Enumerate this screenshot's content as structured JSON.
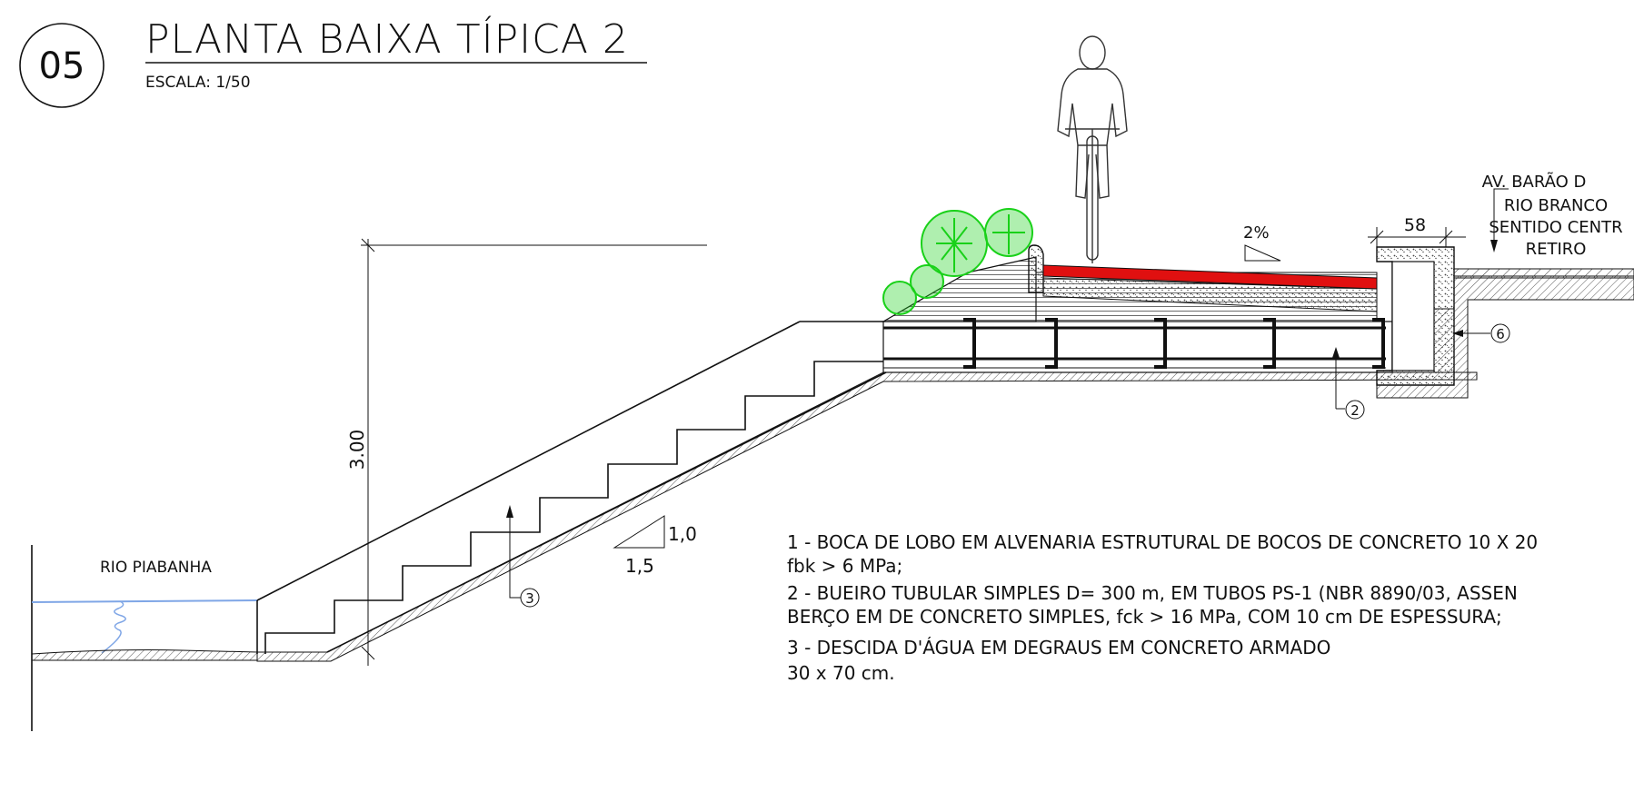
{
  "title": {
    "number": "05",
    "text": "PLANTA BAIXA TÍPICA 2",
    "scale": "ESCALA: 1/50"
  },
  "labels": {
    "river": "RIO PIABANHA",
    "height_dim": "3.00",
    "slope_v": "1,0",
    "slope_h": "1,5",
    "gradient": "2%",
    "width_dim": "58",
    "callout_2": "2",
    "callout_3": "3",
    "callout_6": "6",
    "street_lines": [
      "AV. BARÃO  D",
      "RIO BRANCO",
      "SENTIDO CENTR",
      "RETIRO"
    ]
  },
  "notes": [
    "1 - BOCA DE LOBO EM ALVENARIA ESTRUTURAL DE BOCOS DE CONCRETO 10 X 20",
    " fbk > 6 MPa;",
    "2 - BUEIRO TUBULAR SIMPLES D= 300 m, EM TUBOS PS-1 (NBR 8890/03, ASSEN",
    "BERÇO EM DE CONCRETO SIMPLES, fck > 16 MPa, COM 10 cm  DE ESPESSURA;",
    "3 - DESCIDA D'ÁGUA EM DEGRAUS EM CONCRETO ARMADO",
    "30 x 70 cm."
  ],
  "colors": {
    "line": "#111111",
    "water": "#7fa6e6",
    "bike_lane": "#e01010",
    "vegetation": "#19d119",
    "ground_hatch": "#555555"
  }
}
